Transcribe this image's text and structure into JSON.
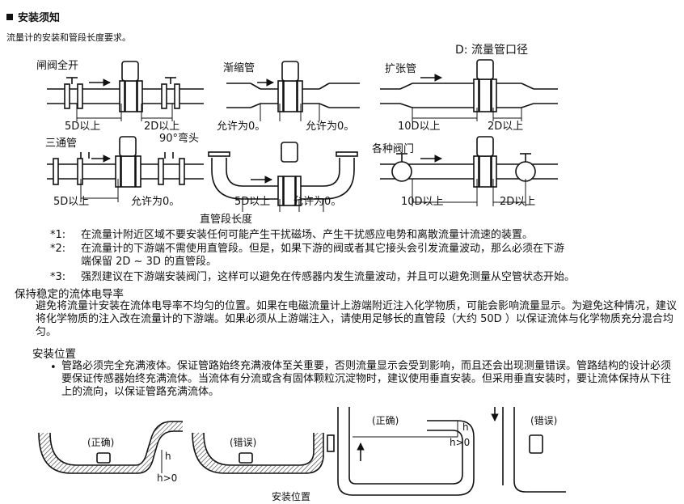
{
  "header": {
    "title": "安装须知",
    "intro": "流量计的安装和管段长度要求。"
  },
  "diagrams": {
    "d_label": "D: 流量管口径",
    "gate_valve": {
      "title": "闸阀全开",
      "upstream": "5D以上",
      "downstream": "2D以上",
      "elbow": "90°弯头"
    },
    "reducer": {
      "title": "渐缩管",
      "upstream": "允许为0。",
      "downstream": "允许为0。"
    },
    "expander": {
      "title": "扩张管",
      "upstream": "10D以上",
      "downstream": "2D以上"
    },
    "tee": {
      "title": "三通管",
      "upstream": "5D以上",
      "downstream": "允许为0。"
    },
    "elbow_pipe": {
      "upstream": "5D以上",
      "downstream": "允许为0。"
    },
    "valves": {
      "title": "各种阀门",
      "upstream": "10D以上",
      "downstream": "2D以上"
    },
    "straight_length": "直管段长度"
  },
  "notes": [
    {
      "key": "*1:",
      "text": "在流量计附近区域不要安装任何可能产生干扰磁场、产生干扰感应电势和离散流量计流速的装置。"
    },
    {
      "key": "*2:",
      "text": "在流量计的下游端不需使用直管段。但是，如果下游的阀或者其它接头会引发流量波动，那么必须在下游",
      "cont": "端保留    2D  ~  3D  的直管段。"
    },
    {
      "key": "*3:",
      "text": "强烈建议在下游端安装阀门，这样可以避免在传感器内发生流量波动，并且可以避免测量从空管状态开始。"
    }
  ],
  "conductivity": {
    "title": "保持稳定的流体电导率",
    "text": "避免将流量计安装在流体电导率不均匀的位置。如果在电磁流量计上游端附近注入化学物质，可能会影响流量显示。为避免这种情况，建议将化学物质的注入改在流量计的下游端。如果必须从上游端注入，请使用足够长的直管段（大约        50D    ）以保证流体与化学物质充分混合均匀。"
  },
  "position": {
    "title": "安装位置",
    "bullet": "管路必须完全充满液体。保证管路始终充满液体至关重要，否则流量显示会受到影响，而且还会出现测量错误。管路结构的设计必须要保证传感器始终充满流体。当流体有分流或含有固体颗粒沉淀物时，建议使用垂直安装。但采用垂直安装时，要让流体保持从下往上的流向，以保证管路充满流体。"
  },
  "bottom": {
    "correct": "(正确)",
    "wrong": "(错误)",
    "h": "h",
    "h_gt0": "h>0",
    "caption": "安装位置"
  }
}
